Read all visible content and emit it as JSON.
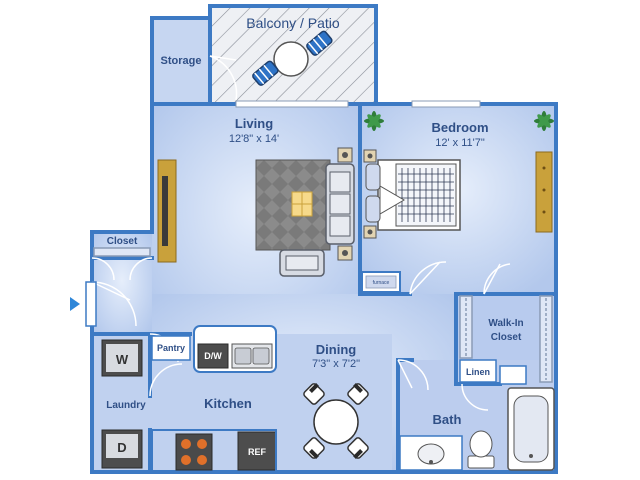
{
  "rooms": {
    "balcony": {
      "name": "Balcony / Patio"
    },
    "storage": {
      "name": "Storage"
    },
    "living": {
      "name": "Living",
      "dims": "12'8\" x 14'"
    },
    "bedroom": {
      "name": "Bedroom",
      "dims": "12' x 11'7\""
    },
    "closet": {
      "name": "Closet"
    },
    "walkin": {
      "name_line1": "Walk-In",
      "name_line2": "Closet"
    },
    "dining": {
      "name": "Dining",
      "dims": "7'3\" x 7'2\""
    },
    "pantry": {
      "name": "Pantry"
    },
    "laundry": {
      "name": "Laundry"
    },
    "kitchen": {
      "name": "Kitchen"
    },
    "linen": {
      "name": "Linen"
    },
    "bath": {
      "name": "Bath"
    }
  },
  "appliances": {
    "washer": "W",
    "dryer": "D",
    "dishwasher": "D/W",
    "refrigerator": "REF",
    "furnace": "furnace"
  },
  "colors": {
    "wall": "#3d7ac4",
    "floor_light": "#d8e4f7",
    "floor_mid": "#b3c8ec",
    "label": "#2f4f86",
    "entry_marker": "#2e86d8"
  },
  "icons": {
    "entry": "entry-arrow-icon",
    "plant": "plant-icon"
  }
}
